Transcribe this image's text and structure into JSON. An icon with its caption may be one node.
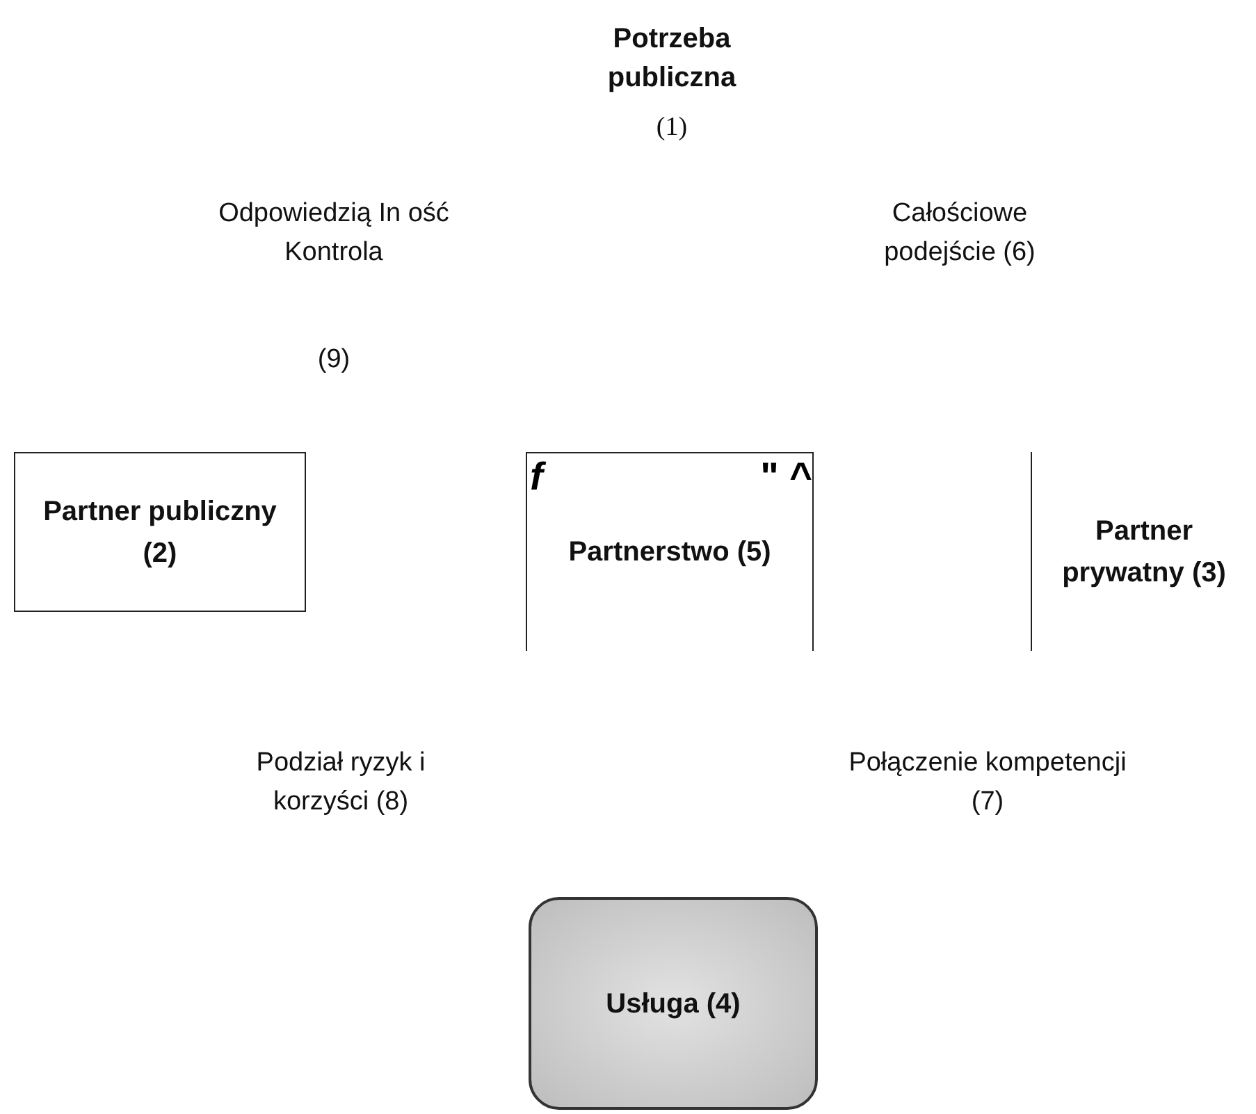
{
  "diagram": {
    "nodes": [
      {
        "text": [
          "Partner publiczny (2)"
        ]
      },
      {
        "text": [
          "f",
          "\" ^",
          "Partnerstwo (5)"
        ]
      },
      {
        "text": [
          "Partner prywatny (3)"
        ]
      },
      {
        "text": [
          "Usługa (4)"
        ]
      }
    ],
    "labels": [
      "Potrzeba publiczna",
      "(1)",
      "Odpowiedzią In ość Kontrola",
      "(9)",
      "Całościowe podejście (6)",
      "Podział ryzyk i korzyści (8)",
      "Połączenie kompetencji (7)"
    ]
  }
}
